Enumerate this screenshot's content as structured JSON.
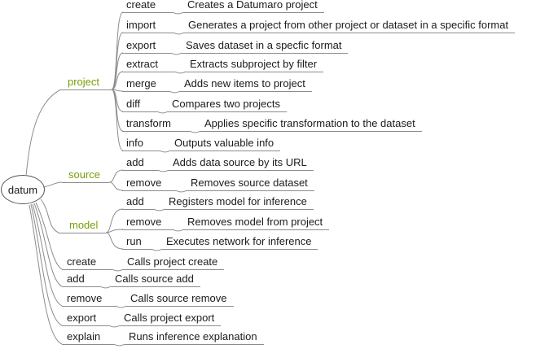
{
  "root": {
    "label": "datum"
  },
  "colors": {
    "branch_label": "#74a006",
    "edge": "#8c8c8c",
    "ellipse_stroke": "#565656",
    "text": "#1b1b1b",
    "background": "#ffffff"
  },
  "branches": [
    {
      "label": "project",
      "children": [
        {
          "label": "create",
          "desc": "Creates a Datumaro project"
        },
        {
          "label": "import",
          "desc": "Generates a project from other project or dataset in a specific format"
        },
        {
          "label": "export",
          "desc": "Saves dataset in a specfic format"
        },
        {
          "label": "extract",
          "desc": "Extracts subproject by filter"
        },
        {
          "label": "merge",
          "desc": "Adds new items to project"
        },
        {
          "label": "diff",
          "desc": "Compares two projects"
        },
        {
          "label": "transform",
          "desc": "Applies specific transformation to the dataset"
        },
        {
          "label": "info",
          "desc": "Outputs valuable info"
        }
      ]
    },
    {
      "label": "source",
      "children": [
        {
          "label": "add",
          "desc": "Adds data source by its URL"
        },
        {
          "label": "remove",
          "desc": "Removes source dataset"
        }
      ]
    },
    {
      "label": "model",
      "children": [
        {
          "label": "add",
          "desc": "Registers model for inference"
        },
        {
          "label": "remove",
          "desc": "Removes model from project"
        },
        {
          "label": "run",
          "desc": "Executes network for inference"
        }
      ]
    },
    {
      "label": "create",
      "desc": "Calls project create"
    },
    {
      "label": "add",
      "desc": "Calls source add"
    },
    {
      "label": "remove",
      "desc": "Calls source remove"
    },
    {
      "label": "export",
      "desc": "Calls project export"
    },
    {
      "label": "explain",
      "desc": "Runs inference explanation"
    }
  ]
}
